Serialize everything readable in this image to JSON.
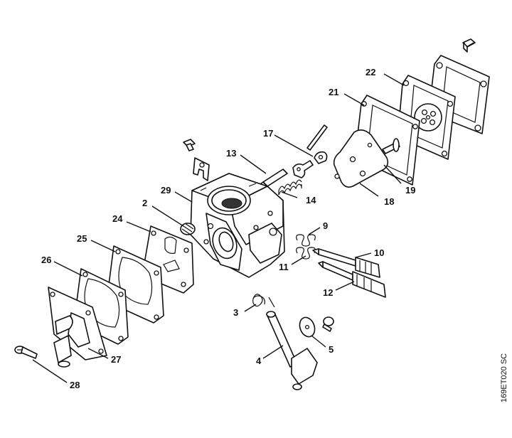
{
  "drawing_code": "169ET020 SC",
  "callouts": {
    "p2": "2",
    "p3": "3",
    "p4": "4",
    "p5": "5",
    "p9": "9",
    "p10": "10",
    "p11": "11",
    "p12": "12",
    "p13": "13",
    "p14": "14",
    "p17": "17",
    "p18": "18",
    "p19": "19",
    "p21": "21",
    "p22": "22",
    "p24": "24",
    "p25": "25",
    "p26": "26",
    "p27": "27",
    "p28": "28",
    "p29": "29"
  }
}
